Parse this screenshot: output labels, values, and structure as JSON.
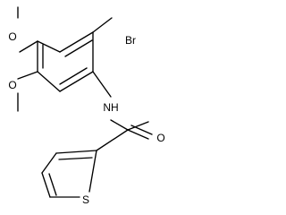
{
  "molecule": {
    "atom_labels": {
      "bromine": "Br",
      "nitrogen_hydrogen": "NH",
      "oxygen_methoxy_top": "O",
      "oxygen_methoxy_bottom": "O",
      "oxygen_carbonyl": "O",
      "sulfur": "S"
    }
  }
}
